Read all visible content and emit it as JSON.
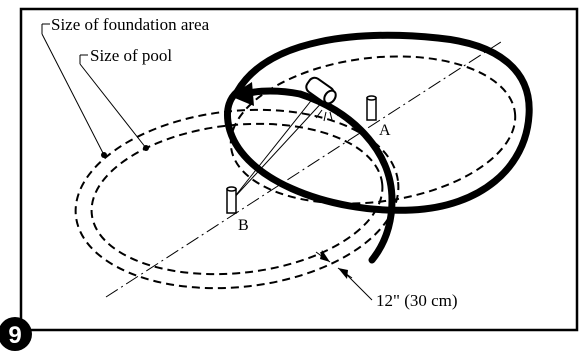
{
  "figure": {
    "step_number": "9",
    "labels": {
      "foundation_area": "Size of foundation area",
      "pool": "Size of pool",
      "stake_a": "A",
      "stake_b": "B",
      "dimension": "12\" (30 cm)"
    }
  }
}
